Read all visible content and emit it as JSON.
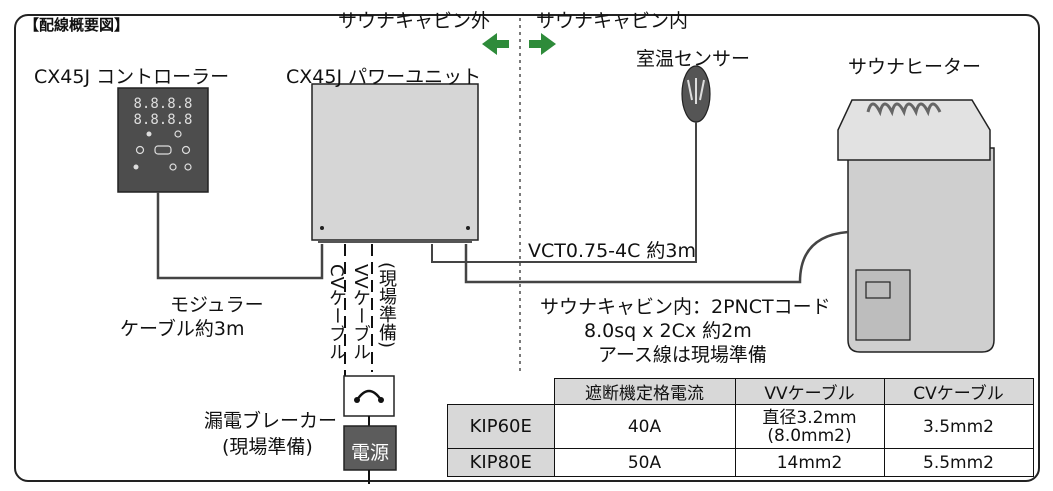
{
  "title": "【配線概要図】",
  "zones": {
    "outside": "サウナキャビン外",
    "inside": "サウナキャビン内"
  },
  "components": {
    "controller": "CX45J コントローラー",
    "power_unit": "CX45J パワーユニット",
    "sensor": "室温センサー",
    "heater": "サウナヒーター",
    "breaker": "漏電ブレーカー",
    "breaker_note": "(現場準備)",
    "power_source": "電源"
  },
  "controller_display": {
    "top": "8.8.8.8",
    "bottom": "8.8.8.8"
  },
  "cables": {
    "sensor_cable": "VCT0.75-4C 約3m",
    "modular_line1": "モジュラー",
    "modular_line2": "ケーブル約3m",
    "cv_cable": "CVケーブル",
    "vv_cable": "VVケーブル",
    "site_prep": "(現場準備)",
    "heater_cable_line1": "サウナキャビン内：2PNCTコード",
    "heater_cable_line2": "8.0sq x 2Cx 約2m",
    "heater_cable_line3": "アース線は現場準備"
  },
  "table": {
    "headers": [
      "遮断機定格電流",
      "VVケーブル",
      "CVケーブル"
    ],
    "rows": [
      {
        "model": "KIP60E",
        "current": "40A",
        "vv_line1": "直径3.2mm",
        "vv_line2": "(8.0mm2)",
        "cv": "3.5mm2"
      },
      {
        "model": "KIP80E",
        "current": "50A",
        "vv_line1": "14mm2",
        "vv_line2": "",
        "cv": "5.5mm2"
      }
    ]
  },
  "colors": {
    "arrow": "#2e8b3a",
    "device": "#d4d4d4",
    "controller": "#4a4a4a",
    "header_fill": "#d8d8d8"
  }
}
